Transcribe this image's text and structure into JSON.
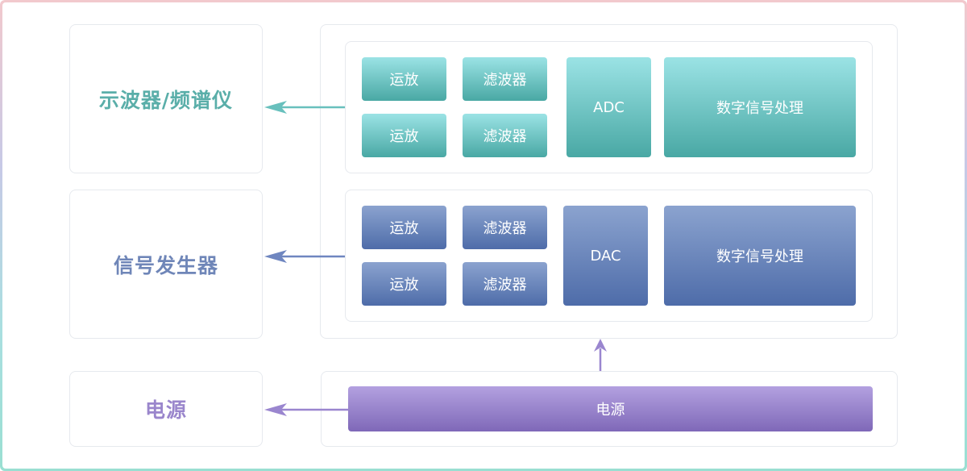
{
  "left_boxes": {
    "oscilloscope": "示波器/频谱仪",
    "signal_generator": "信号发生器",
    "power": "电源"
  },
  "receive_chain": {
    "amp_1": "运放",
    "amp_2": "运放",
    "filter_1": "滤波器",
    "filter_2": "滤波器",
    "converter": "ADC",
    "dsp": "数字信号处理"
  },
  "transmit_chain": {
    "amp_1": "运放",
    "amp_2": "运放",
    "filter_1": "滤波器",
    "filter_2": "滤波器",
    "converter": "DAC",
    "dsp": "数字信号处理"
  },
  "power_bar": {
    "label": "电源"
  },
  "colors": {
    "teal_text": "#5aaea9",
    "blue_text": "#6f86b8",
    "purple_text": "#9a86cc",
    "teal_arrow": "#68c0bd",
    "blue_arrow": "#6f86c0",
    "purple_arrow": "#9a86cf"
  }
}
